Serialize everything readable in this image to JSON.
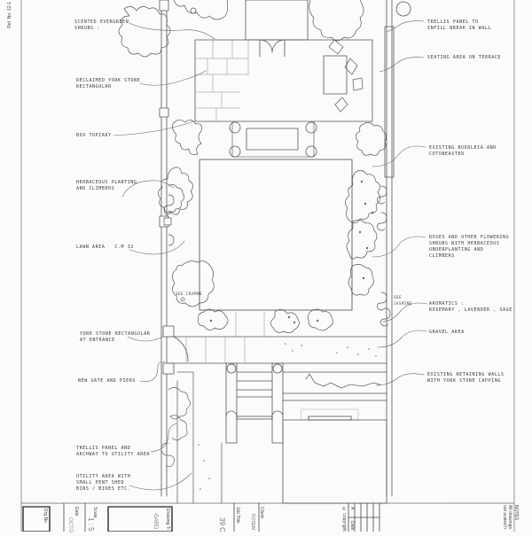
{
  "drawing": {
    "type": "garden-plan",
    "margin_note": "Ref. No. 12-1",
    "labels_left": [
      {
        "id": "scented-evergreen",
        "text": "Scented evergreen\nshrubs :"
      },
      {
        "id": "york-stone-paving",
        "text": "Reclaimed York stone\nrectangular"
      },
      {
        "id": "box-topiary",
        "text": "Box topiary"
      },
      {
        "id": "herbaceous-planting",
        "text": "Herbaceous planting\nand climbers"
      },
      {
        "id": "lawn-area",
        "text": "Lawn area   c.m 32"
      },
      {
        "id": "york-stone-entrance",
        "text": "York stone rectangular\nat entrance"
      },
      {
        "id": "new-gate",
        "text": "New gate and piers"
      },
      {
        "id": "trellis-archway",
        "text": "Trellis panel and\narchway to utility area"
      },
      {
        "id": "utility-area",
        "text": "Utility area with\nsmall pent shed\nbins / bikes etc."
      }
    ],
    "labels_right": [
      {
        "id": "trellis-panel",
        "text": "Trellis panel to\ninfill break in wall"
      },
      {
        "id": "seating-area",
        "text": "Seating area on terrace"
      },
      {
        "id": "buddleia",
        "text": "Existing buddleia and\ncotoneaster"
      },
      {
        "id": "roses",
        "text": "Roses and other flowering\nshrubs with herbaceous\nunderplanting and\nclimbers"
      },
      {
        "id": "aromatics",
        "text": "Aromatics :\nrosemary , lavender , sage"
      },
      {
        "id": "gravel",
        "text": "Gravel area"
      },
      {
        "id": "retaining-walls",
        "text": "Existing retaining walls\nwith York stone capping"
      }
    ],
    "labels_inline": [
      {
        "id": "crambe",
        "text": "see crambe"
      },
      {
        "id": "jasmine",
        "text": "see\njasmine"
      }
    ]
  },
  "title_block": {
    "drg_no_label": "Drg No.",
    "date_label": "Date",
    "date_value": "OCTO",
    "scale_label": "Scale",
    "scale_value": "1 : 5",
    "drawing_title_label": "Drawing Ti",
    "drawing_title_value": "GARD",
    "job_title_label": "Job Title",
    "job_title_value": "39 C",
    "client_label": "Client",
    "client_value": "ROSEM",
    "copyright": "© copyright",
    "rev_label": "A",
    "rev_date_label": "Date",
    "notes_label": "NOTES",
    "notes_text": [
      "All drawings",
      "not scaled fr"
    ]
  }
}
